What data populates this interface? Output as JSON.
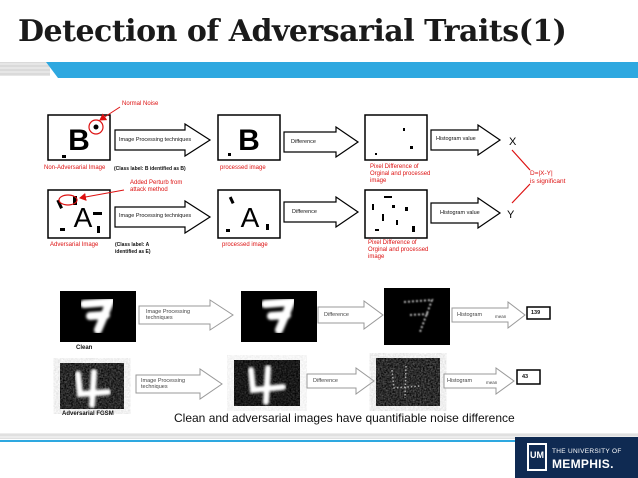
{
  "slide": {
    "title": "Detection of Adversarial Traits(1)"
  },
  "diagram": {
    "top_row": {
      "glyph_clean": "B",
      "glyph_processed": "B",
      "annotation": "Normal Noise",
      "input_label": "Non-Adversarial Image",
      "class_label": "(Class label: B identified as B)",
      "processed_label": "processed image",
      "arrow_processing": "Image Processing techniques",
      "arrow_difference": "Difference",
      "diff_label": [
        "Pixel Difference of",
        "Orginal and processed",
        "image"
      ],
      "arrow_histogram": "Histogram value",
      "output_var": "X"
    },
    "bottom_row": {
      "glyph_adv": "A",
      "glyph_processed": "A",
      "annotation": [
        "Added Perturb from",
        "attack method"
      ],
      "input_label": "Adversarial Image",
      "class_label": [
        "(Class label: A",
        "identified as E)"
      ],
      "processed_label": "processed image",
      "arrow_processing": "Image Processing techniques",
      "arrow_difference": "Difference",
      "diff_label": [
        "Pixel Difference of",
        "Orginal and processed",
        "image"
      ],
      "arrow_histogram": "Histogram value",
      "output_var": "Y"
    },
    "decision": [
      "D=|X-Y|",
      "is significant"
    ]
  },
  "examples": {
    "clean": {
      "label": "Clean",
      "arrow_processing": [
        "Image Processing",
        "techniques"
      ],
      "arrow_difference": "Difference",
      "arrow_histogram": "Histogram",
      "stat_label": "mean",
      "mean_value": "139"
    },
    "adversarial": {
      "label": "Adversarial FGSM",
      "arrow_processing": [
        "Image Processing",
        "techniques"
      ],
      "arrow_difference": "Difference",
      "arrow_histogram": "Histogram",
      "stat_label": "mean",
      "mean_value": "43"
    },
    "caption": "Clean and adversarial images have quantifiable noise difference"
  },
  "footer": {
    "logo_letters": "UM",
    "university_line1": "THE UNIVERSITY OF",
    "university_line2": "MEMPHIS."
  },
  "colors": {
    "accent_blue": "#2ea8e0",
    "annotation_red": "#dd1111",
    "footer_navy": "#0f2a52"
  }
}
